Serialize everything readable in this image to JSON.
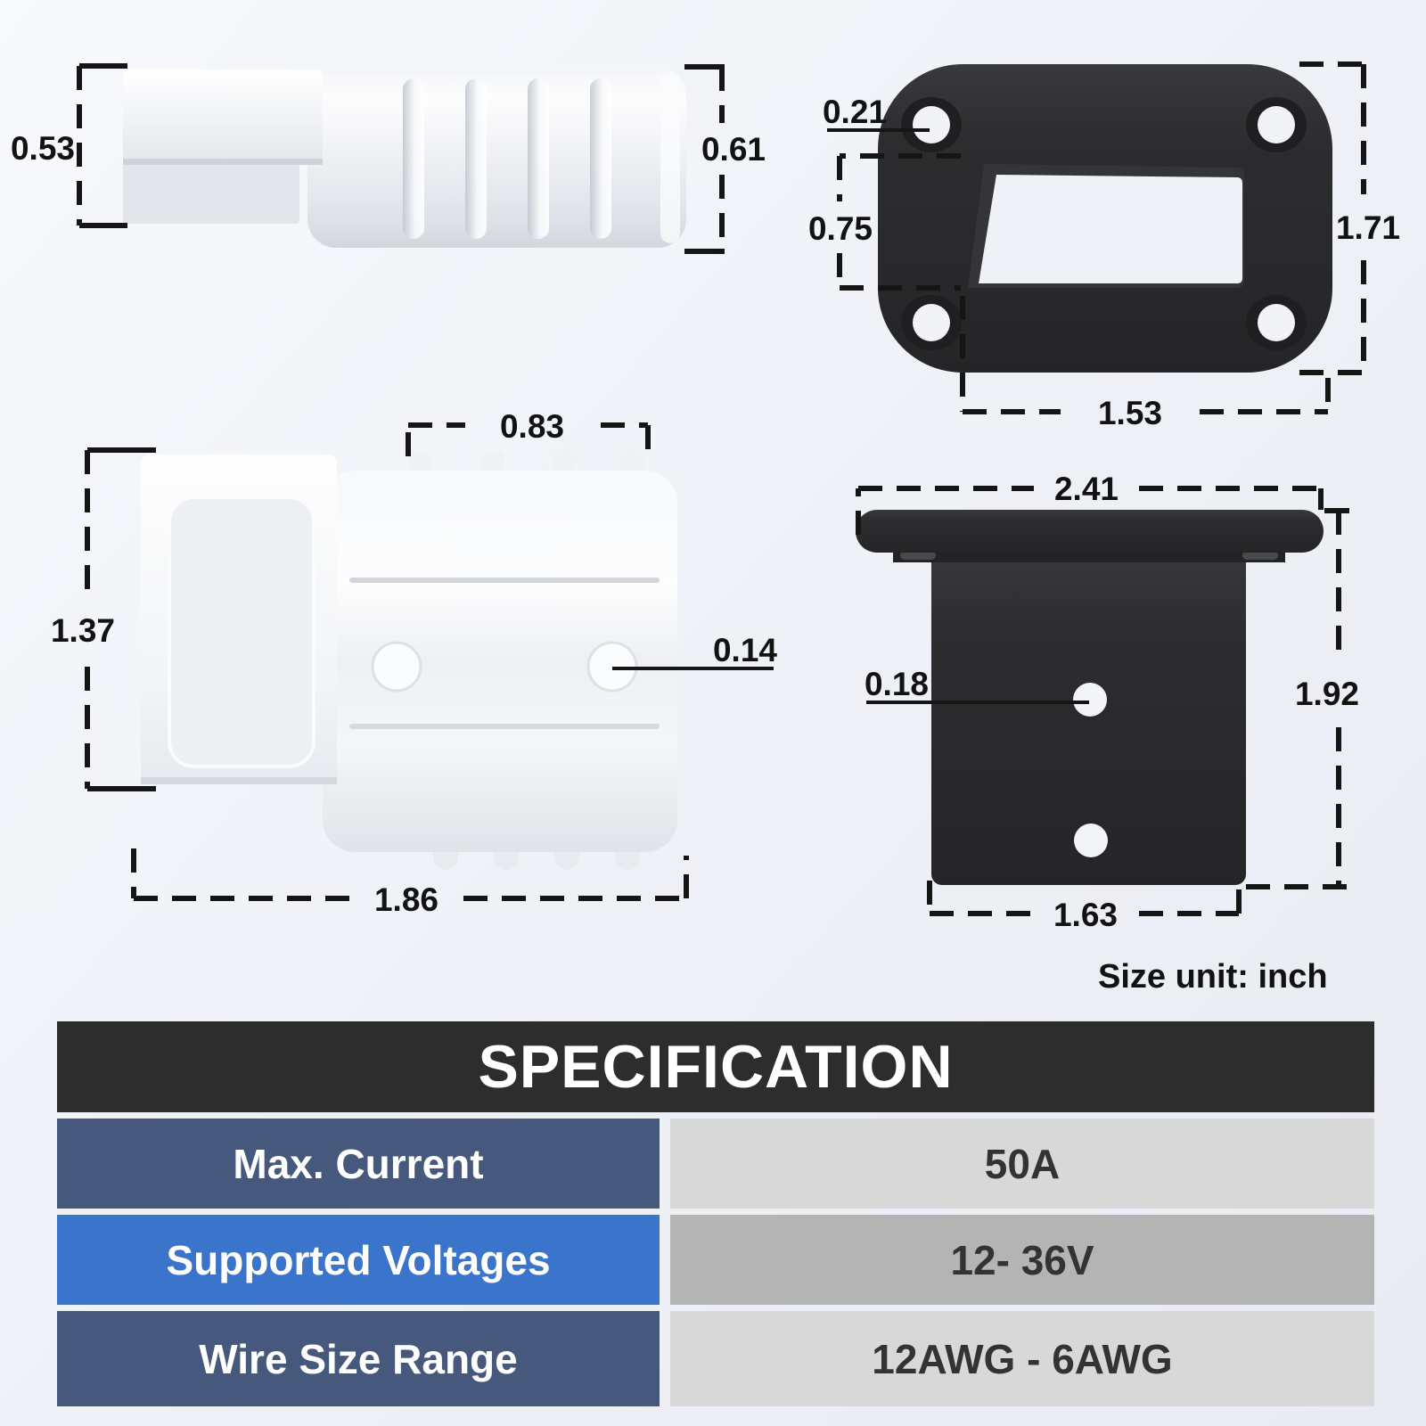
{
  "unit_note": "Size unit: inch",
  "drawings": {
    "connector_side": {
      "dim_height_left": "0.53",
      "dim_height_right": "0.61"
    },
    "plate_front": {
      "dim_hole_diameter": "0.21",
      "dim_cutout_height": "0.75",
      "dim_overall_height": "1.71",
      "dim_bottom_width": "1.53"
    },
    "connector_front": {
      "dim_rib_section_width": "0.83",
      "dim_overall_height": "1.37",
      "dim_hole_diameter": "0.14",
      "dim_overall_width": "1.86"
    },
    "bracket_side": {
      "dim_flange_width": "2.41",
      "dim_hole_diameter": "0.18",
      "dim_overall_height": "1.92",
      "dim_body_width": "1.63"
    }
  },
  "spec_table": {
    "title": "SPECIFICATION",
    "rows": [
      {
        "label": "Max. Current",
        "value": "50A"
      },
      {
        "label": "Supported Voltages",
        "value": "12- 36V"
      },
      {
        "label": "Wire Size Range",
        "value": "12AWG - 6AWG"
      }
    ],
    "colors": {
      "header_bg": "#2d2d2d",
      "label_bg_slate": "#46597c",
      "label_bg_blue": "#3b74cb",
      "value_bg_light": "#d8d8d8",
      "value_bg_mid": "#b4b4b4",
      "label_text": "#ffffff",
      "value_text": "#333333",
      "part_black": "#2b2b2d",
      "part_white": "#f2f4f7"
    }
  }
}
